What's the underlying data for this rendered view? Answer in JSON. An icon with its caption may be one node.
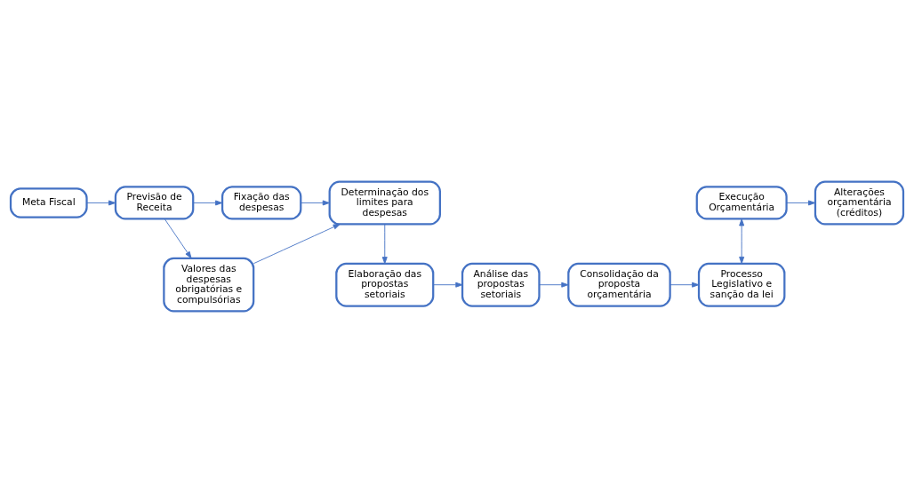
{
  "diagram": {
    "nodes": [
      {
        "text": [
          "Meta Fiscal"
        ]
      },
      {
        "text": [
          "Previsão de Receita"
        ]
      },
      {
        "text": [
          "Fixação das despesas"
        ]
      },
      {
        "text": [
          "Valores das despesas obrigatórias e compulsórias"
        ]
      },
      {
        "text": [
          "Determinação dos limites para despesas"
        ]
      },
      {
        "text": [
          "Elaboração das propostas setoriais"
        ]
      },
      {
        "text": [
          "Análise das propostas setoriais"
        ]
      },
      {
        "text": [
          "Consolidação da proposta orçamentária"
        ]
      },
      {
        "text": [
          "Processo Legislativo e sanção da lei"
        ]
      },
      {
        "text": [
          "Execução Orçamentária"
        ]
      },
      {
        "text": [
          "Alterações orçamentária (créditos)"
        ]
      }
    ],
    "edges": [
      {
        "from": 0,
        "to": 1,
        "arrow": "to"
      },
      {
        "from": 1,
        "to": 2,
        "arrow": "to"
      },
      {
        "from": 1,
        "to": 3,
        "arrow": "to"
      },
      {
        "from": 2,
        "to": 4,
        "arrow": "to"
      },
      {
        "from": 3,
        "to": 4,
        "arrow": "to"
      },
      {
        "from": 4,
        "to": 5,
        "arrow": "to"
      },
      {
        "from": 5,
        "to": 6,
        "arrow": "to"
      },
      {
        "from": 6,
        "to": 7,
        "arrow": "to"
      },
      {
        "from": 7,
        "to": 8,
        "arrow": "to"
      },
      {
        "from": 9,
        "to": 8,
        "arrow": "both"
      },
      {
        "from": 9,
        "to": 10,
        "arrow": "to"
      }
    ]
  }
}
